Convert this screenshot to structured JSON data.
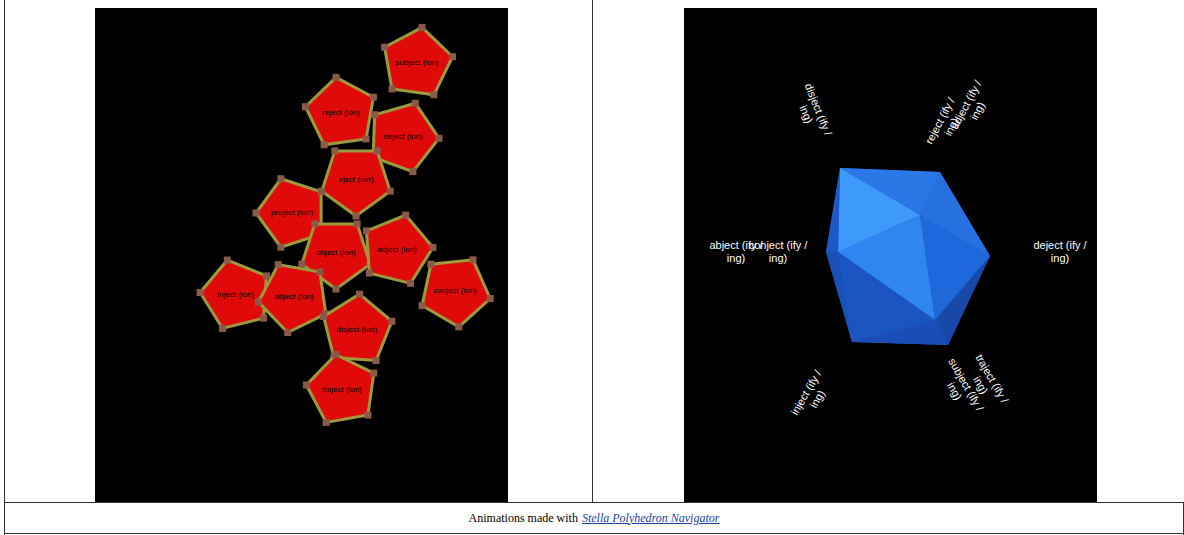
{
  "diagram": {
    "caption": "Animations made with",
    "nodes": [
      {
        "text": [
          "subject (ion)"
        ]
      },
      {
        "text": [
          "reject (ion)"
        ]
      },
      {
        "text": [
          "deject (ion)"
        ]
      },
      {
        "text": [
          "eject (ion)"
        ]
      },
      {
        "text": [
          "project (ion)"
        ]
      },
      {
        "text": [
          "object (ion)"
        ]
      },
      {
        "text": [
          "adject (ion)"
        ]
      },
      {
        "text": [
          "conject (ion)"
        ]
      },
      {
        "text": [
          "inject (ion)"
        ]
      },
      {
        "text": [
          "abject (ion)"
        ]
      },
      {
        "text": [
          "disject (ion)"
        ]
      },
      {
        "text": [
          "traject (ion)"
        ]
      }
    ],
    "labels": [
      "disject (ify / ing)",
      "reject (ify / ing)",
      "adject (ify / ing)",
      "abject (ify / ing)",
      "conject (ify / ing)",
      "deject (ify / ing)",
      "subject (ify / ing)",
      "traject (ify / ing)",
      "inject (ify / ing)",
      "Stella Polyhedron Navigator"
    ]
  }
}
